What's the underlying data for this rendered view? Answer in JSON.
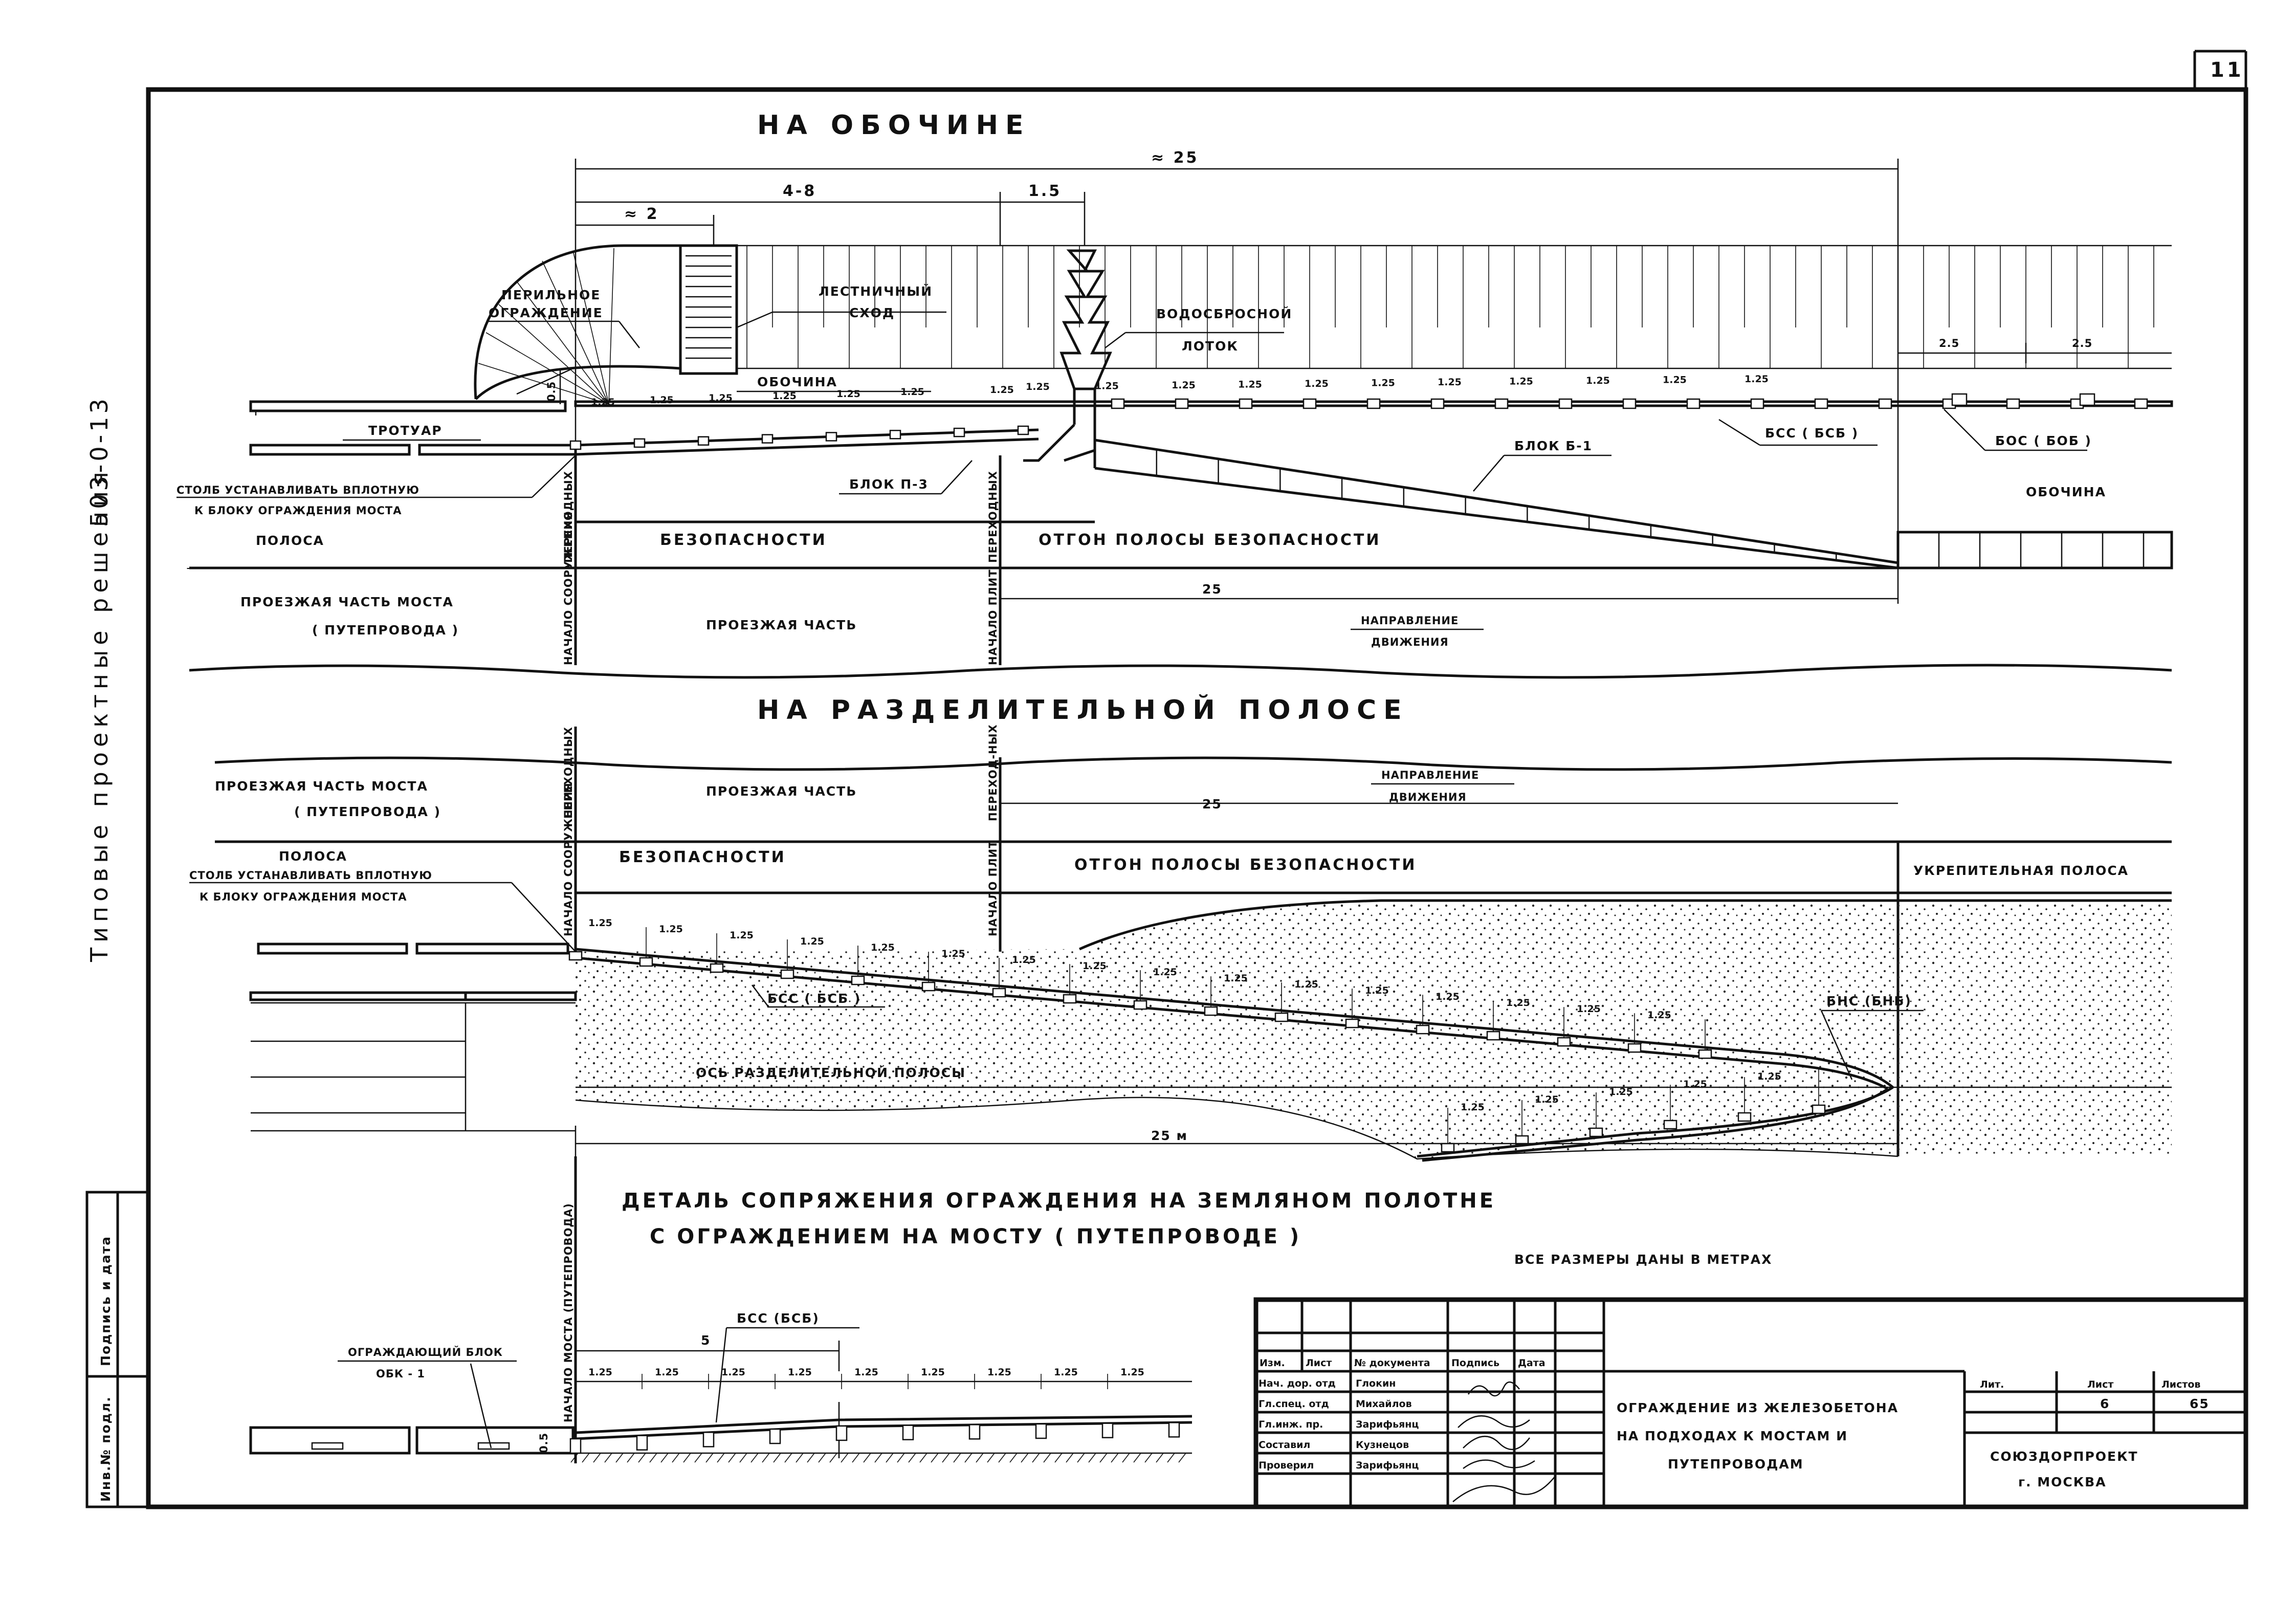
{
  "sheet": {
    "sheet_number_top": "11",
    "side_title": "Типовые проектные решения",
    "series_code": "503-0-13",
    "side_stamp": [
      "Подпись и дата",
      "Инв.№ подл."
    ]
  },
  "top_plan": {
    "title": "НА ОБОЧИНЕ",
    "dims": {
      "total": "≈ 25",
      "span_a": "4-8",
      "span_b": "1.5",
      "small": "≈ 2",
      "v_small": "0.5",
      "tail_a": "2.5",
      "tail_b": "2.5"
    },
    "spacings": [
      "1.25",
      "1.25",
      "1.25",
      "1.25",
      "1.25",
      "1.25",
      "1.25",
      "1.25",
      "1.25",
      "1.25",
      "1.25",
      "1.25",
      "1.25",
      "1.25",
      "1.25",
      "1.25",
      "1.25",
      "1.25"
    ],
    "labels": {
      "railing": "ПЕРИЛЬНОЕ ОГРАЖДЕНИЕ",
      "stair": "ЛЕСТНИЧНЫЙ СХОД",
      "chute": "ВОДОСБРОСНОЙ ЛОТОК",
      "shoulder_top": "ОБОЧИНА",
      "sidewalk": "ТРОТУАР",
      "post_note_1": "СТОЛБ УСТАНАВЛИВАТЬ ВПЛОТНУЮ",
      "post_note_2": "К БЛОКУ ОГРАЖДЕНИЯ МОСТА",
      "block_p3": "БЛОК П-3",
      "block_b1": "БЛОК Б-1",
      "bss": "БСС ( БСБ )",
      "bos": "БОС ( БОБ )",
      "shoulder_right": "ОБОЧИНА",
      "strip": "ПОЛОСА",
      "prohodn": "ПЕРЕХОДНЫХ",
      "safety": "БЕЗОПАСНОСТИ",
      "perekhod": "ПЕРЕХОДНЫХ",
      "otgon": "ОТГОН ПОЛОСЫ БЕЗОПАСНОСТИ",
      "bridge_carriage_1": "ПРОЕЗЖАЯ ЧАСТЬ МОСТА",
      "bridge_carriage_2": "( ПУТЕПРОВОДА )",
      "start_struct": "НАЧАЛО СООРУЖЕНИЯ",
      "carriage": "ПРОЕЗЖАЯ ЧАСТЬ",
      "start_plit": "НАЧАЛО ПЛИТ",
      "dim_25": "25",
      "direction_1": "НАПРАВЛЕНИЕ",
      "direction_2": "ДВИЖЕНИЯ"
    }
  },
  "median_plan": {
    "title": "НА РАЗДЕЛИТЕЛЬНОЙ ПОЛОСЕ",
    "spacings": [
      "1.25",
      "1.25",
      "1.25",
      "1.25",
      "1.25",
      "1.25",
      "1.25",
      "1.25",
      "1.25",
      "1.25",
      "1.25",
      "1.25",
      "1.25",
      "1.25",
      "1.25",
      "1.25"
    ],
    "lower_spacings": [
      "1.25",
      "1.25",
      "1.25",
      "1.25",
      "1.25"
    ],
    "labels": {
      "bridge_carriage_1": "ПРОЕЗЖАЯ ЧАСТЬ МОСТА",
      "bridge_carriage_2": "( ПУТЕПРОВОДА )",
      "prohodn": "ПЕРЕХОДНЫХ",
      "carriage": "ПРОЕЗЖАЯ ЧАСТЬ",
      "perekhod": "ПЕРЕХОД-НЫХ",
      "dim_25": "25",
      "direction_1": "НАПРАВЛЕНИЕ",
      "direction_2": "ДВИЖЕНИЯ",
      "strip": "ПОЛОСА",
      "post_note_1": "СТОЛБ УСТАНАВЛИВАТЬ ВПЛОТНУЮ",
      "post_note_2": "К БЛОКУ ОГРАЖДЕНИЯ МОСТА",
      "start_struct": "НАЧАЛО СООРУЖЕНИЯ",
      "safety": "БЕЗОПАСНОСТИ",
      "start_plit": "НАЧАЛО ПЛИТ",
      "otgon": "ОТГОН ПОЛОСЫ БЕЗОПАСНОСТИ",
      "strengthening": "УКРЕПИТЕЛЬНАЯ ПОЛОСА",
      "bss": "БСС ( БСБ )",
      "bns": "БНС (БНБ)",
      "axis": "ОСЬ РАЗДЕЛИТЕЛЬНОЙ ПОЛОСЫ",
      "dim_25m": "25 м"
    }
  },
  "detail": {
    "title_1": "ДЕТАЛЬ СОПРЯЖЕНИЯ ОГРАЖДЕНИЯ НА ЗЕМЛЯНОМ ПОЛОТНЕ",
    "title_2": "С ОГРАЖДЕНИЕМ НА МОСТУ ( ПУТЕПРОВОДЕ )",
    "vertical_label": "НАЧАЛО МОСТА (ПУТЕПРОВОДА)",
    "block_1": "ОГРАЖДАЮЩИЙ БЛОК",
    "block_2": "ОБК - 1",
    "bss": "БСС (БСБ)",
    "dim_5": "5",
    "dim_05": "0.5",
    "spacings": [
      "1.25",
      "1.25",
      "1.25",
      "1.25",
      "1.25",
      "1.25",
      "1.25",
      "1.25",
      "1.25"
    ]
  },
  "note": "ВСЕ РАЗМЕРЫ ДАНЫ В МЕТРАХ",
  "title_block": {
    "header": [
      "Изм.",
      "Лист",
      "№ документа",
      "Подпись",
      "Дата"
    ],
    "rows": [
      {
        "role": "Нач. дор. отд",
        "name": "Глокин"
      },
      {
        "role": "Гл.спец. отд",
        "name": "Михайлов"
      },
      {
        "role": "Гл.инж. пр.",
        "name": "Зарифьянц"
      },
      {
        "role": "Составил",
        "name": "Кузнецов"
      },
      {
        "role": "Проверил",
        "name": "Зарифьянц"
      }
    ],
    "title_1": "ОГРАЖДЕНИЕ ИЗ ЖЕЛЕЗОБЕТОНА",
    "title_2": "НА ПОДХОДАХ К МОСТАМ И",
    "title_3": "ПУТЕПРОВОДАМ",
    "lit_label": "Лит.",
    "sheet_label": "Лист",
    "sheets_label": "Листов",
    "sheet_value": "6",
    "sheets_value": "65",
    "org_1": "СОЮЗДОРПРОЕКТ",
    "org_2": "г. МОСКВА"
  }
}
